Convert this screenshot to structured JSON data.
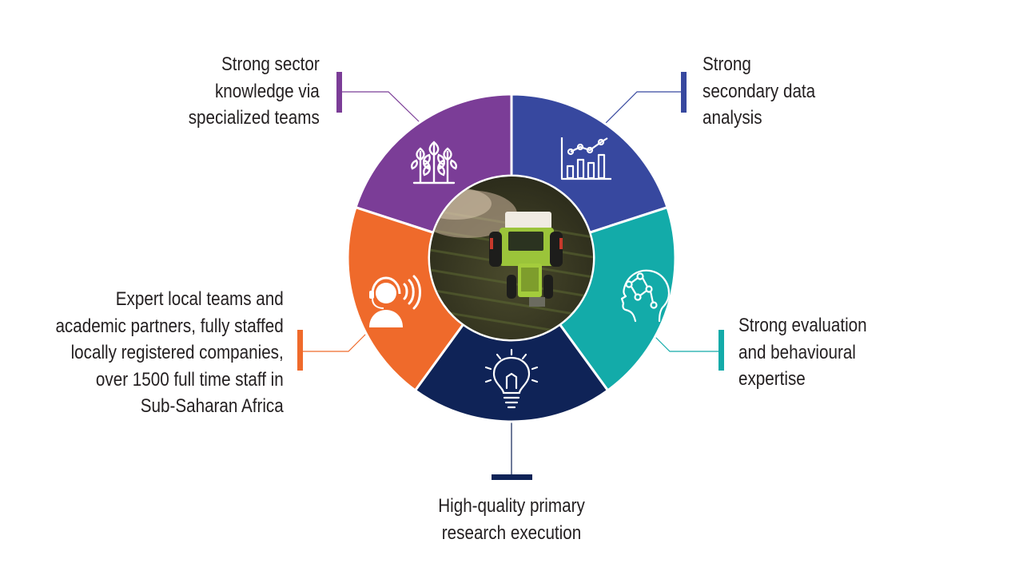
{
  "colors": {
    "purple": "#7b3d97",
    "blue": "#37489f",
    "teal": "#13aba9",
    "navy": "#0f2357",
    "orange": "#ef6a2b",
    "text": "#231f20"
  },
  "segments": [
    {
      "id": "sector-knowledge",
      "color": "#7b3d97",
      "icon": "wheat-icon",
      "lines": [
        "Strong sector",
        "knowledge via",
        "specialized teams"
      ]
    },
    {
      "id": "secondary-data",
      "color": "#37489f",
      "icon": "chart-icon",
      "lines": [
        "Strong",
        "secondary data",
        "analysis"
      ]
    },
    {
      "id": "evaluation",
      "color": "#13aba9",
      "icon": "brain-network-icon",
      "lines": [
        "Strong evaluation",
        "and behavioural",
        "expertise"
      ]
    },
    {
      "id": "primary-research",
      "color": "#0f2357",
      "icon": "lightbulb-icon",
      "lines": [
        "High-quality primary",
        "research execution"
      ]
    },
    {
      "id": "local-teams",
      "color": "#ef6a2b",
      "icon": "call-agent-icon",
      "lines": [
        "Expert local teams and",
        "academic partners, fully staffed",
        "locally registered companies,",
        "over 1500 full time staff in",
        "Sub-Saharan Africa"
      ]
    }
  ],
  "center_image": "tractor-in-field-photo"
}
